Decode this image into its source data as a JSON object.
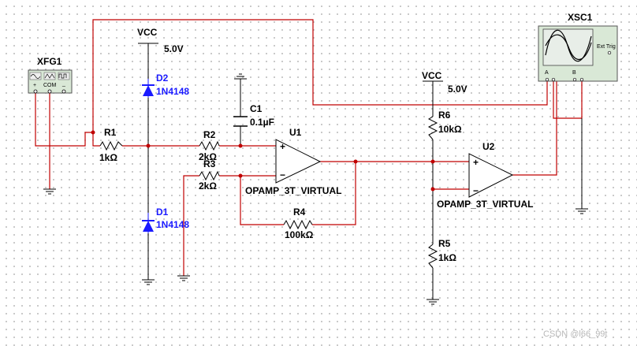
{
  "power": {
    "vcc_left_label": "VCC",
    "vcc_left_value": "5.0V",
    "vcc_right_label": "VCC",
    "vcc_right_value": "5.0V"
  },
  "components": {
    "xfg1": {
      "ref": "XFG1",
      "plus": "+",
      "com": "COM",
      "minus": "_"
    },
    "xsc1": {
      "ref": "XSC1",
      "ext_trig": "Ext Trig",
      "ch_a": "A",
      "ch_b": "B"
    },
    "r1": {
      "ref": "R1",
      "value": "1kΩ"
    },
    "r2": {
      "ref": "R2",
      "value": "2kΩ"
    },
    "r3": {
      "ref": "R3",
      "value": "2kΩ"
    },
    "r4": {
      "ref": "R4",
      "value": "100kΩ"
    },
    "r5": {
      "ref": "R5",
      "value": "1kΩ"
    },
    "r6": {
      "ref": "R6",
      "value": "10kΩ"
    },
    "c1": {
      "ref": "C1",
      "value": "0.1µF"
    },
    "d1": {
      "ref": "D1",
      "part": "1N4148"
    },
    "d2": {
      "ref": "D2",
      "part": "1N4148"
    },
    "u1": {
      "ref": "U1",
      "part": "OPAMP_3T_VIRTUAL"
    },
    "u2": {
      "ref": "U2",
      "part": "OPAMP_3T_VIRTUAL"
    }
  },
  "colors": {
    "wire_red": "#c00000",
    "wire_black": "#000000",
    "diode_blue": "#1a1aff"
  },
  "watermark": "CSDN @l66_99t"
}
